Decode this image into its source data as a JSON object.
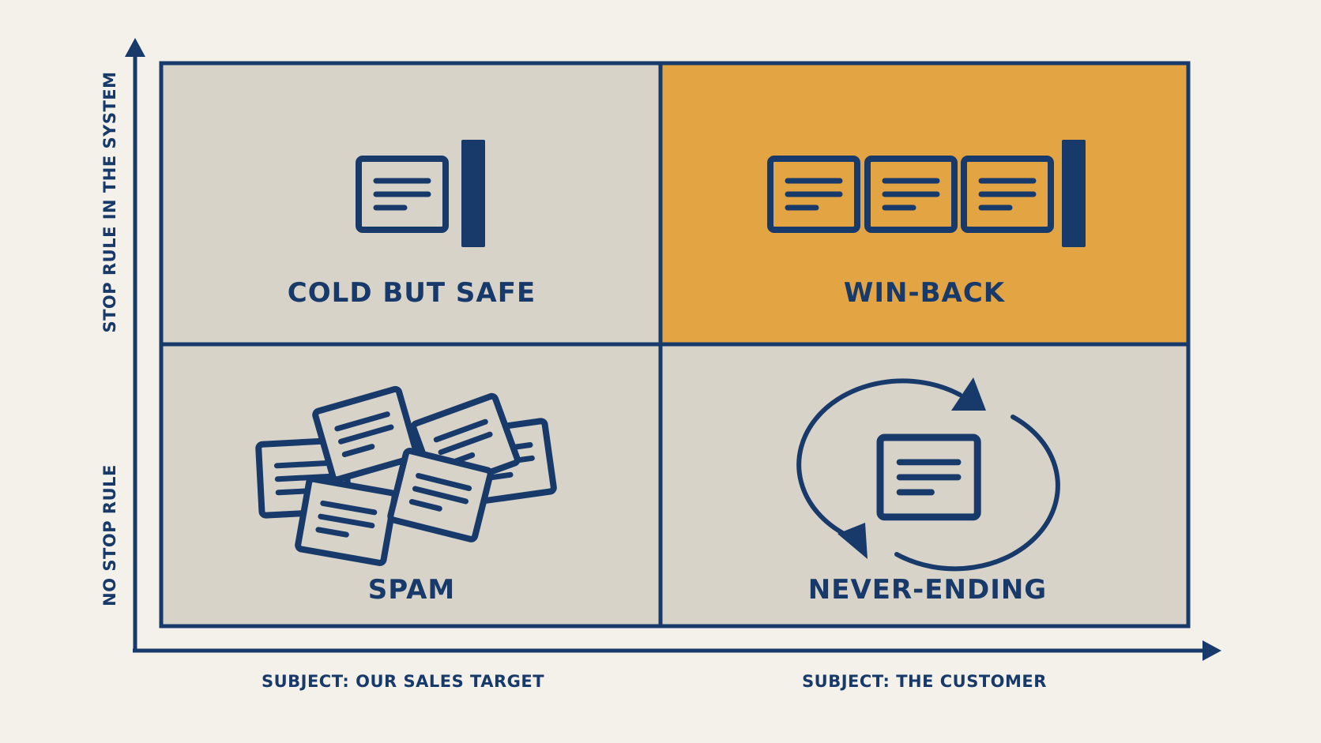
{
  "quadrants": {
    "top_left": "COLD BUT SAFE",
    "top_right": "WIN-BACK",
    "bottom_left": "SPAM",
    "bottom_right": "NEVER-ENDING"
  },
  "axes": {
    "y_top": "STOP RULE IN THE SYSTEM",
    "y_bottom": "NO STOP RULE",
    "x_left": "SUBJECT: OUR SALES TARGET",
    "x_right": "SUBJECT: THE CUSTOMER"
  },
  "icons": {
    "top_left": "single-email-with-stop-bar-icon",
    "top_right": "three-emails-with-stop-bar-icon",
    "bottom_left": "scattered-emails-icon",
    "bottom_right": "email-cycle-icon"
  },
  "colors": {
    "background": "#f4f1ea",
    "quadrant_fill": "#d8d3c8",
    "highlight_fill": "#e3a443",
    "ink": "#173a6b"
  }
}
